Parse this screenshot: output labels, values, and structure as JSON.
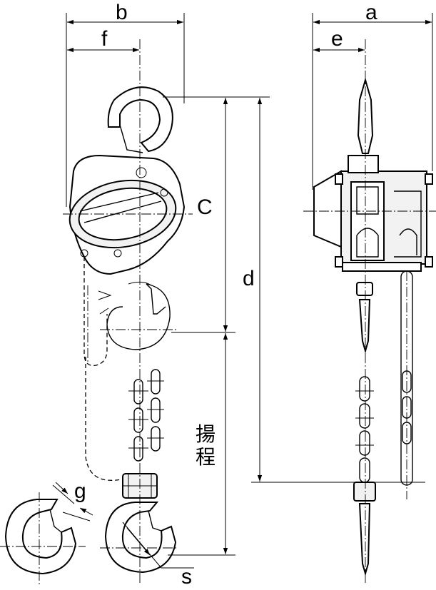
{
  "drawing": {
    "dimension_labels": {
      "a": "a",
      "b": "b",
      "c": "C",
      "d": "d",
      "e": "e",
      "f": "f",
      "g": "g",
      "s": "s"
    },
    "lift_label_chars": [
      "揚",
      "程"
    ]
  }
}
